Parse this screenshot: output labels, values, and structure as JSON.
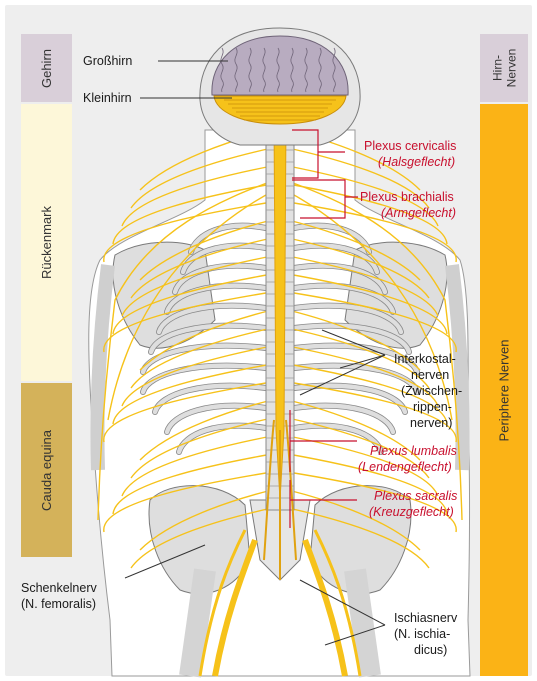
{
  "left_bar": {
    "gehirn": "Gehirn",
    "rueckenmark": "Rückenmark",
    "cauda": "Cauda equina"
  },
  "right_bar": {
    "hirn_line1": "Hirn-",
    "hirn_line2": "Nerven",
    "periphere": "Periphere Nerven"
  },
  "labels": {
    "grosshirn": "Großhirn",
    "kleinhirn": "Kleinhirn",
    "plexus_cervicalis": "Plexus cervicalis",
    "halsgeflecht": "(Halsgeflecht)",
    "plexus_brachialis": "Plexus brachialis",
    "armgeflecht": "(Armgeflecht)",
    "interkostal_1": "Interkostal-",
    "interkostal_2": "nerven",
    "interkostal_3": "(Zwischen-",
    "interkostal_4": "rippen-",
    "interkostal_5": "nerven)",
    "plexus_lumbalis": "Plexus lumbalis",
    "lendengeflecht": "(Lendengeflecht)",
    "plexus_sacralis": "Plexus sacralis",
    "kreuzgeflecht": "(Kreuzgeflecht)",
    "schenkel_1": "Schenkelnerv",
    "schenkel_2": "(N. femoralis)",
    "ischias_1": "Ischiasnerv",
    "ischias_2": "(N. ischia-",
    "ischias_3": "dicus)"
  },
  "colors": {
    "panel": "#eeeeee",
    "gehirn_bar": "#d9cfd9",
    "rueckenmark_bar": "#fdf7d9",
    "cauda_bar": "#d4b25a",
    "periphere_bar": "#fbb316",
    "nerve": "#f6c21a",
    "nerve_dark": "#e0a210",
    "bone": "#dedede",
    "bone_outline": "#7a7a7a",
    "body": "#ffffff",
    "brain": "#b8acc0",
    "label_red": "#c8102e"
  }
}
